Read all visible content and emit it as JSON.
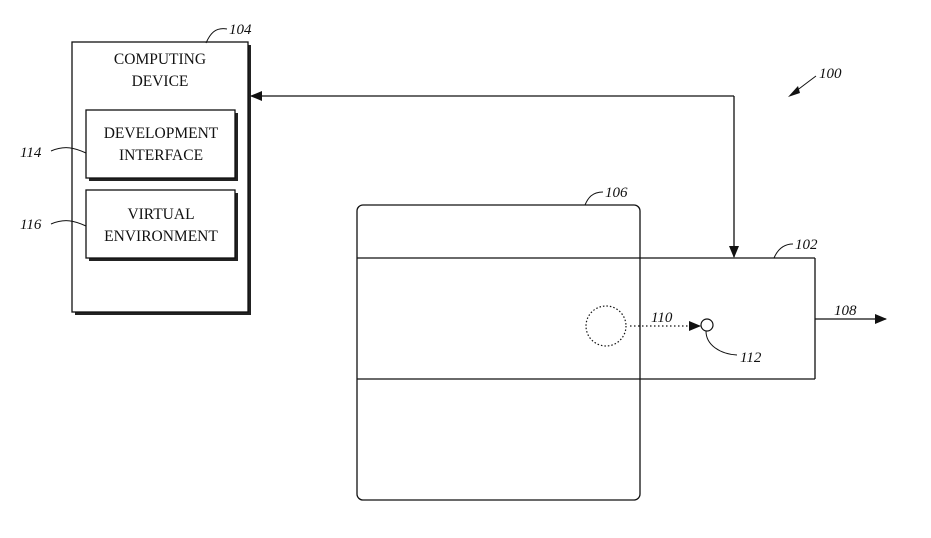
{
  "colors": {
    "ink": "#111111",
    "background": "#ffffff"
  },
  "computing_device": {
    "title_line1": "COMPUTING",
    "title_line2": "DEVICE",
    "ref": "104"
  },
  "development_interface": {
    "line1": "DEVELOPMENT",
    "line2": "INTERFACE",
    "ref": "114"
  },
  "virtual_environment": {
    "line1": "VIRTUAL",
    "line2": "ENVIRONMENT",
    "ref": "116"
  },
  "system": {
    "ref": "100"
  },
  "display_device": {
    "ref": "106"
  },
  "field_of_view": {
    "ref": "102"
  },
  "output": {
    "ref": "108"
  },
  "gaze_path": {
    "ref": "110"
  },
  "target_point": {
    "ref": "112"
  }
}
